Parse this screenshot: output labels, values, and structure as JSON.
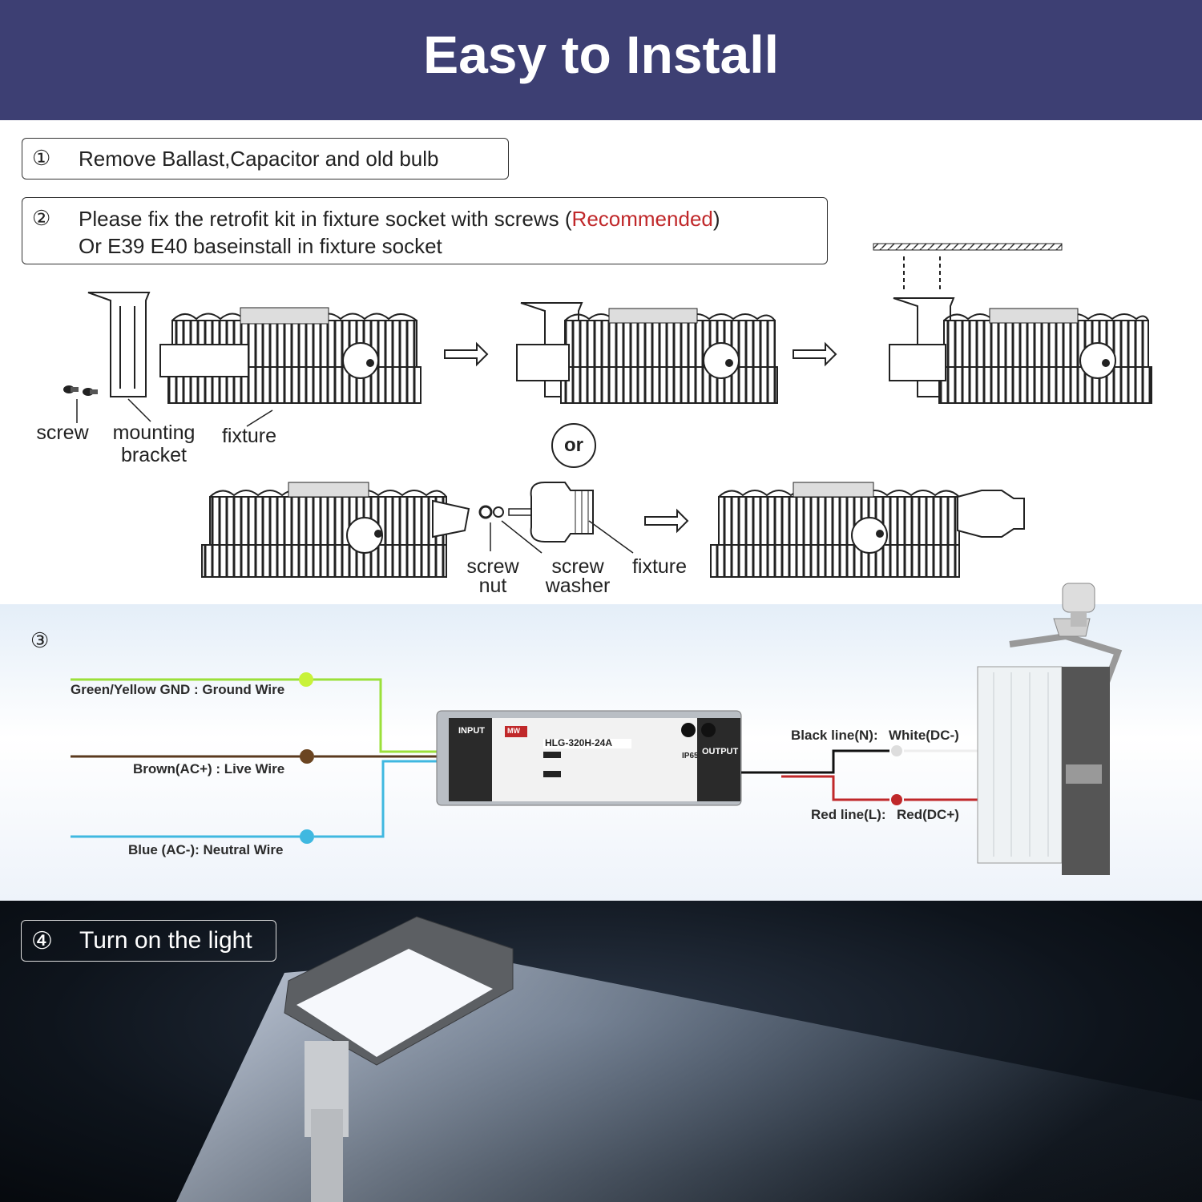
{
  "header": {
    "title": "Easy to Install"
  },
  "steps": [
    {
      "num": "①",
      "text": "Remove Ballast,Capacitor and old bulb"
    },
    {
      "num": "②",
      "line1_a": "Please fix the retrofit kit in fixture socket with screws (",
      "line1_rec": "Recommended",
      "line1_b": ")",
      "line2": "Or E39 E40 baseinstall in fixture socket"
    },
    {
      "num": "③"
    },
    {
      "num": "④",
      "text": "Turn on the light"
    }
  ],
  "parts_labels": {
    "screw": "screw",
    "mounting1": "mounting",
    "mounting2": "bracket",
    "fixture": "fixture",
    "or": "or",
    "screw_nut1": "screw",
    "screw_nut2": "nut",
    "screw_washer1": "screw",
    "screw_washer2": "washer",
    "fixture2": "fixture"
  },
  "wiring": {
    "ground": "Green/Yellow GND : Ground Wire",
    "live": "Brown(AC+)  : Live Wire",
    "neutral": "Blue (AC-):  Neutral Wire",
    "black_line": "Black line(N):",
    "white": "White(DC-)",
    "red_line": "Red line(L):",
    "red": "Red(DC+)",
    "driver": {
      "input": "INPUT",
      "output": "OUTPUT",
      "model": "HLG-320H-24A",
      "ip": "IP65",
      "brand": "MW"
    }
  },
  "colors": {
    "header_bg": "#3d3f73",
    "recommended": "#c0282a",
    "ground_wire": "#9be03a",
    "live_wire": "#5a3a1e",
    "neutral_wire": "#3fb8e0",
    "black_wire": "#111111",
    "red_wire": "#c0282a"
  }
}
